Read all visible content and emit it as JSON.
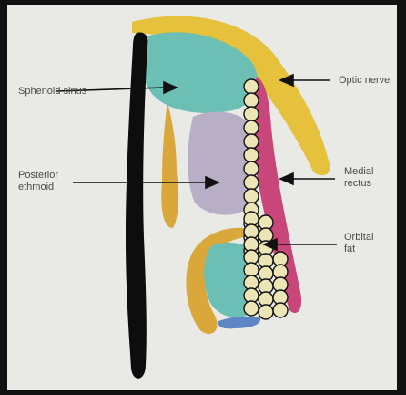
{
  "labels": {
    "sphenoid_sinus": "Sphenoid sinus",
    "optic_nerve": "Optic nerve",
    "posterior_ethmoid": "Posterior\nethmoid",
    "medial_rectus": "Medial\nrectus",
    "orbital_fat": "Orbital\nfat"
  },
  "colors": {
    "background": "#e9e9e6",
    "frame": "#111111",
    "septum": "#0d0d0d",
    "sphenoid_sinus": "#6bbfb4",
    "optic_nerve": "#e5c13c",
    "posterior_ethmoid": "#b8aec6",
    "medial_rectus": "#c8467a",
    "orbital_fat": "#ece6b6",
    "bone_yellow": "#d9a73a",
    "maxillary_blue": "#5e86c6",
    "arrow": "#111111"
  }
}
